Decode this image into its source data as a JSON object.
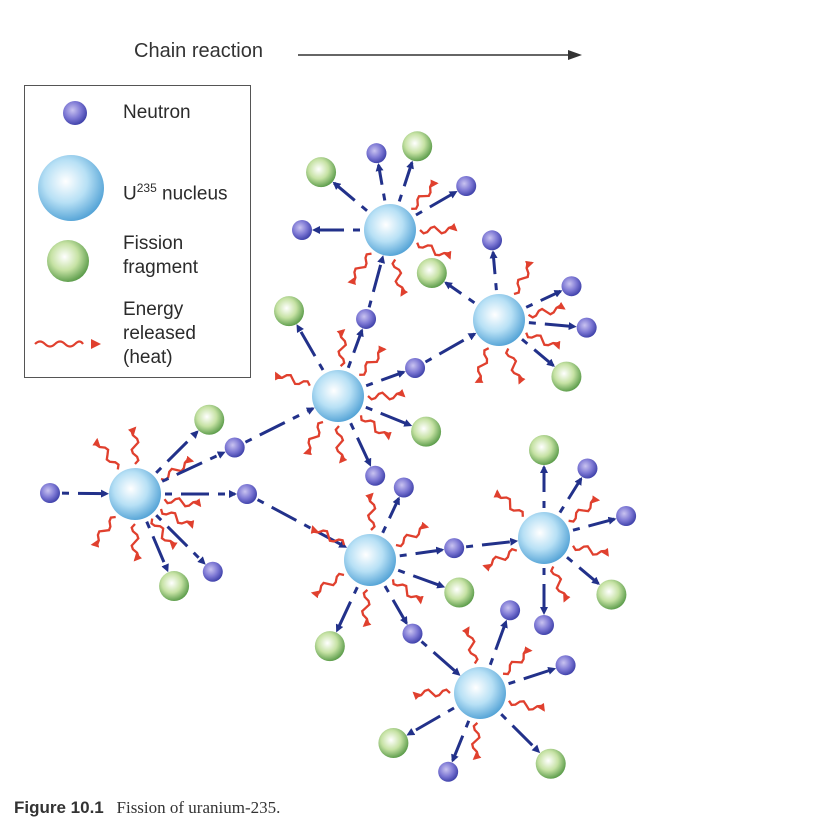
{
  "title": "Chain reaction",
  "legend": {
    "items": [
      {
        "key": "neutron",
        "label": "Neutron"
      },
      {
        "key": "nucleus",
        "label_base": "U",
        "label_sup": "235",
        "label_rest": " nucleus"
      },
      {
        "key": "fragment",
        "label_line1": "Fission",
        "label_line2": "fragment"
      },
      {
        "key": "energy",
        "label_line1": "Energy",
        "label_line2": "released",
        "label_line3": "(heat)"
      }
    ]
  },
  "colors": {
    "neutron": "#5a5fc8",
    "nucleus": "#7cc4e8",
    "fragment": "#8cc060",
    "arrow": "#22318a",
    "energy": "#e0402e",
    "text": "#2b2b2b"
  },
  "caption": {
    "figure_label": "Figure 10.1",
    "text": "Fission of uranium-235."
  },
  "diagram": {
    "nuclei": [
      {
        "id": "n1",
        "generation": 1
      },
      {
        "id": "n2",
        "generation": 2
      },
      {
        "id": "n3",
        "generation": 2
      },
      {
        "id": "n4",
        "generation": 3
      },
      {
        "id": "n5",
        "generation": 3
      },
      {
        "id": "n6",
        "generation": 3
      },
      {
        "id": "n7",
        "generation": 3
      }
    ]
  }
}
